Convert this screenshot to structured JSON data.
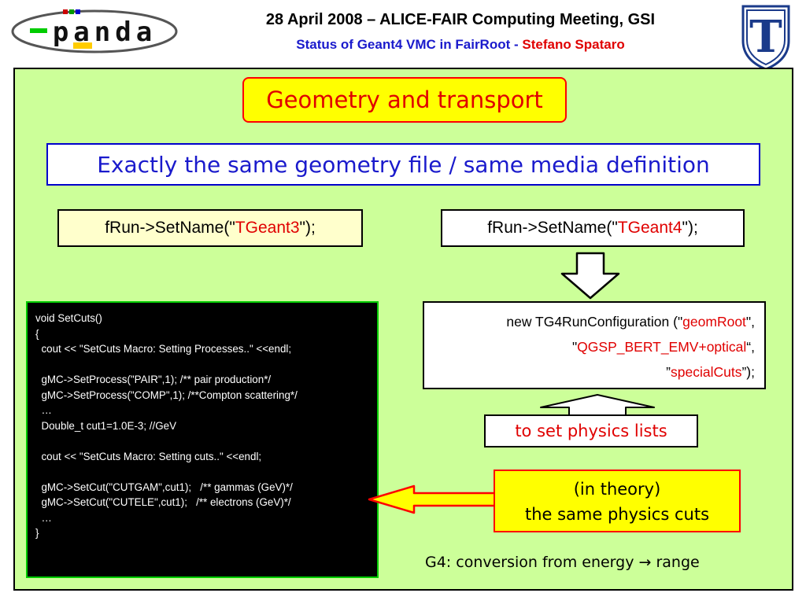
{
  "header": {
    "logo_left_text": "panda",
    "line1": "28 April 2008 – ALICE-FAIR Computing Meeting, GSI",
    "line2_part1": "Status of Geant4 VMC in FairRoot - ",
    "line2_part2": "Stefano Spataro",
    "logo_right_letter": "T"
  },
  "slide": {
    "title": "Geometry and transport",
    "geometry_statement": "Exactly the same geometry file / same media definition",
    "setname_g3": {
      "prefix": "fRun->SetName(\"",
      "value": "TGeant3",
      "suffix": "\");"
    },
    "setname_g4": {
      "prefix": "fRun->SetName(\"",
      "value": "TGeant4",
      "suffix": "\");"
    },
    "code_lines": [
      "void SetCuts()",
      "{",
      "  cout << \"SetCuts Macro: Setting Processes..\" <<endl;",
      "",
      "  gMC->SetProcess(\"PAIR\",1); /** pair production*/",
      "  gMC->SetProcess(\"COMP\",1); /**Compton scattering*/",
      "  …",
      "  Double_t cut1=1.0E-3; //GeV",
      "",
      "  cout << \"SetCuts Macro: Setting cuts..\" <<endl;",
      "",
      "  gMC->SetCut(\"CUTGAM\",cut1);   /** gammas (GeV)*/",
      "  gMC->SetCut(\"CUTELE\",cut1);   /** electrons (GeV)*/",
      "  …",
      "}"
    ],
    "runconfig": {
      "line1_prefix": "new TG4RunConfiguration (\"",
      "line1_value": "geomRoot",
      "line1_suffix": "\",",
      "line2_prefix": "\"",
      "line2_value": "QGSP_BERT_EMV+optical",
      "line2_suffix": "“,",
      "line3_prefix": "”",
      "line3_value": "specialCuts",
      "line3_suffix": "”);"
    },
    "physics_lists_label": "to set physics lists",
    "cuts_line1": "(in theory)",
    "cuts_line2": "the same physics cuts",
    "g4_note_prefix": "G4: conversion from energy ",
    "g4_note_arrow": "→",
    "g4_note_suffix": " range"
  }
}
